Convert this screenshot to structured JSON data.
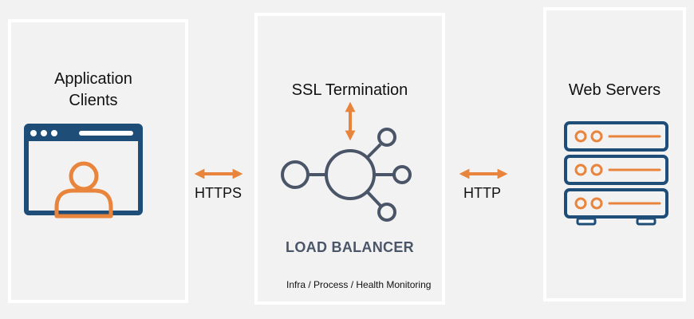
{
  "clients": {
    "title_line1": "Application",
    "title_line2": "Clients"
  },
  "load_balancer": {
    "title": "SSL Termination",
    "label": "LOAD BALANCER",
    "subtitle": "Infra / Process / Health Monitoring"
  },
  "servers": {
    "title": "Web Servers"
  },
  "connections": {
    "clients_to_lb": "HTTPS",
    "lb_to_servers": "HTTP"
  },
  "colors": {
    "navy": "#1e4d78",
    "orange": "#e8843c",
    "gray_node": "#4a5568",
    "panel_border": "#ffffff",
    "background": "#f2f2f2"
  },
  "icons": {
    "clients": "browser-user-icon",
    "load_balancer": "hub-nodes-icon",
    "servers": "server-rack-icon"
  }
}
